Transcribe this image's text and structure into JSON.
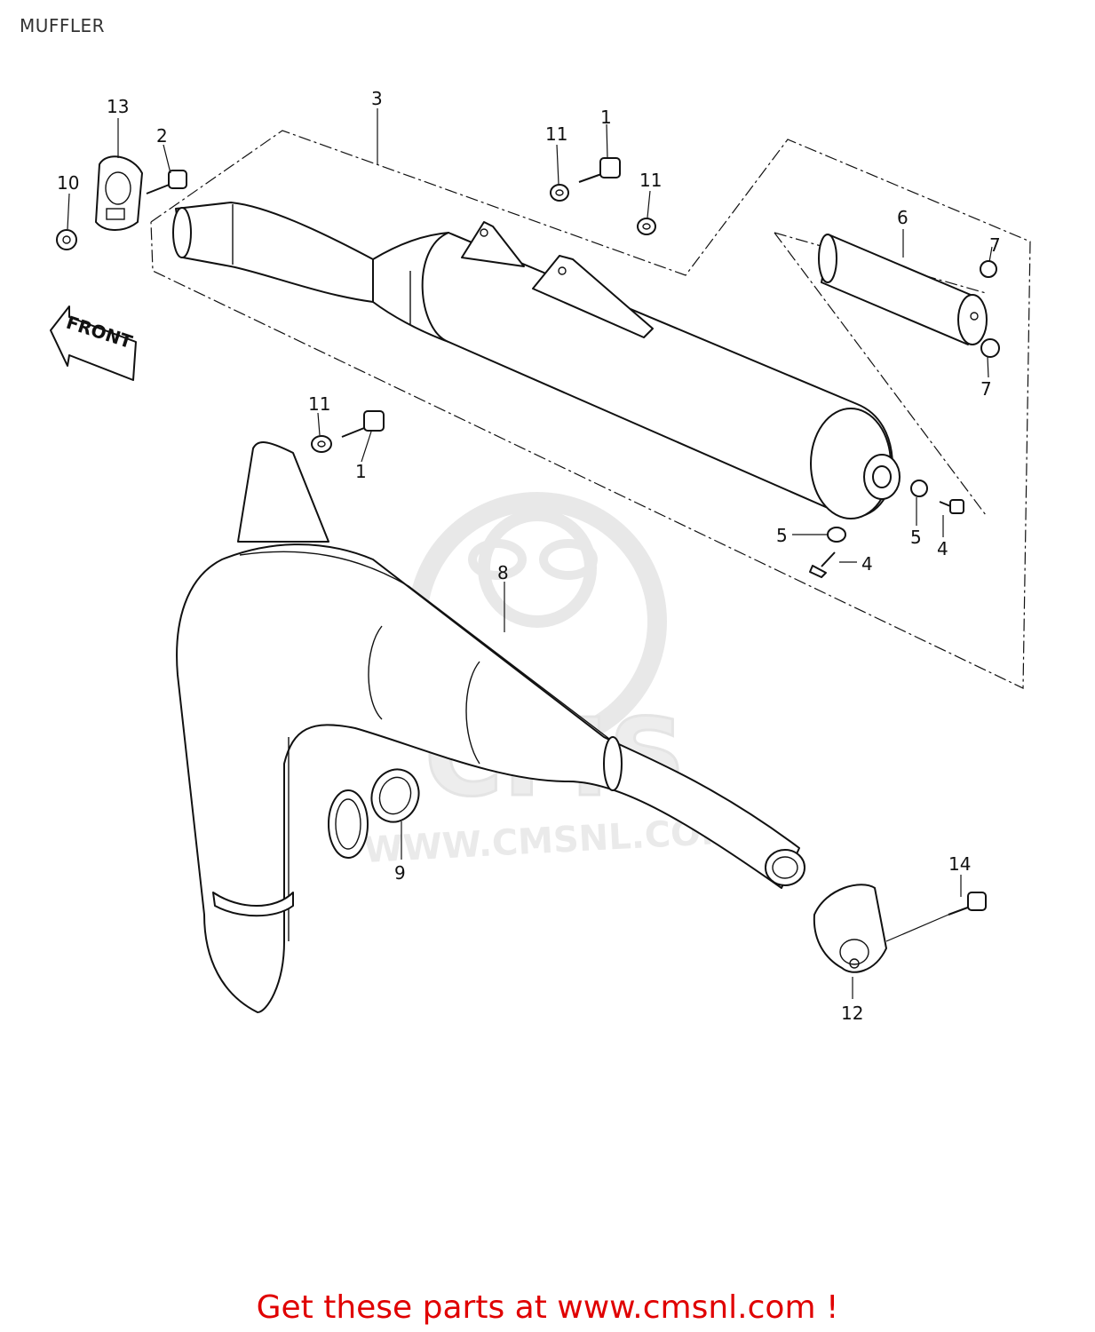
{
  "title": "MUFFLER",
  "front_label": "FRONT",
  "watermark": {
    "brand": "CMS",
    "url": "WWW.CMSNL.COM"
  },
  "footer": {
    "text": "Get these parts at www.cmsnl.com !"
  },
  "callouts": {
    "c1_top": "1",
    "c1_mid": "1",
    "c2": "2",
    "c3": "3",
    "c4_a": "4",
    "c4_b": "4",
    "c5_a": "5",
    "c5_b": "5",
    "c6": "6",
    "c7_a": "7",
    "c7_b": "7",
    "c8": "8",
    "c9": "9",
    "c10": "10",
    "c11_a": "11",
    "c11_b": "11",
    "c11_c": "11",
    "c12": "12",
    "c13": "13",
    "c14": "14"
  },
  "colors": {
    "footer": "#e00000",
    "line": "#111111",
    "watermark": "#d6d6d6"
  }
}
